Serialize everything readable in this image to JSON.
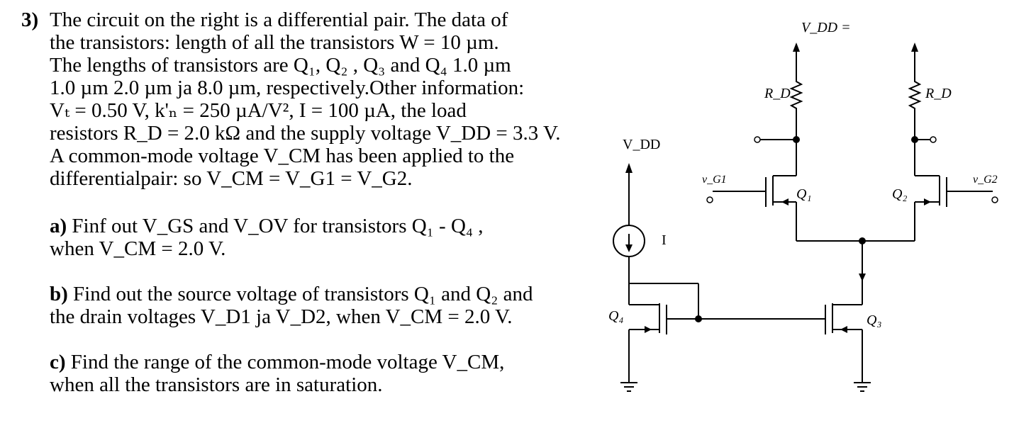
{
  "problem": {
    "number": "3)",
    "intro": [
      "The circuit on the right is a differential pair. The data of",
      "the transistors: length of all the transistors W = 10 µm.",
      "The lengths of transistors are Q₁, Q₂ , Q₃ and Q₄  1.0 µm",
      "1.0 µm 2.0 µm ja 8.0 µm, respectively.Other information:",
      "Vₜ = 0.50 V,  k'ₙ = 250 µA/V², I = 100 µA, the load",
      "resistors R_D = 2.0 kΩ and the supply voltage V_DD = 3.3 V.",
      "A common-mode voltage V_CM has been applied to the",
      "differentialpair: so V_CM = V_G1 = V_G2."
    ],
    "part_a": {
      "label": "a)",
      "lines": [
        "Finf out V_GS and V_OV for transistors Q₁ - Q₄ ,",
        "when V_CM = 2.0 V."
      ]
    },
    "part_b": {
      "label": "b)",
      "lines": [
        "Find out the source voltage of transistors Q₁ and Q₂ and",
        "the drain voltages V_D1 ja V_D2, when V_CM = 2.0 V."
      ]
    },
    "part_c": {
      "label": "c)",
      "lines": [
        "Find the range of the common-mode voltage V_CM,",
        "when all the transistors are in saturation."
      ]
    }
  },
  "circuit": {
    "vdd_top": "V_DD =",
    "vdd_left": "V_DD",
    "rd_left": "R_D",
    "rd_right": "R_D",
    "vg1": "v_G1",
    "vg2": "v_G2",
    "q1": "Q₁",
    "q2": "Q₂",
    "q3": "Q₃",
    "q4": "Q₄",
    "current_label": "I"
  }
}
